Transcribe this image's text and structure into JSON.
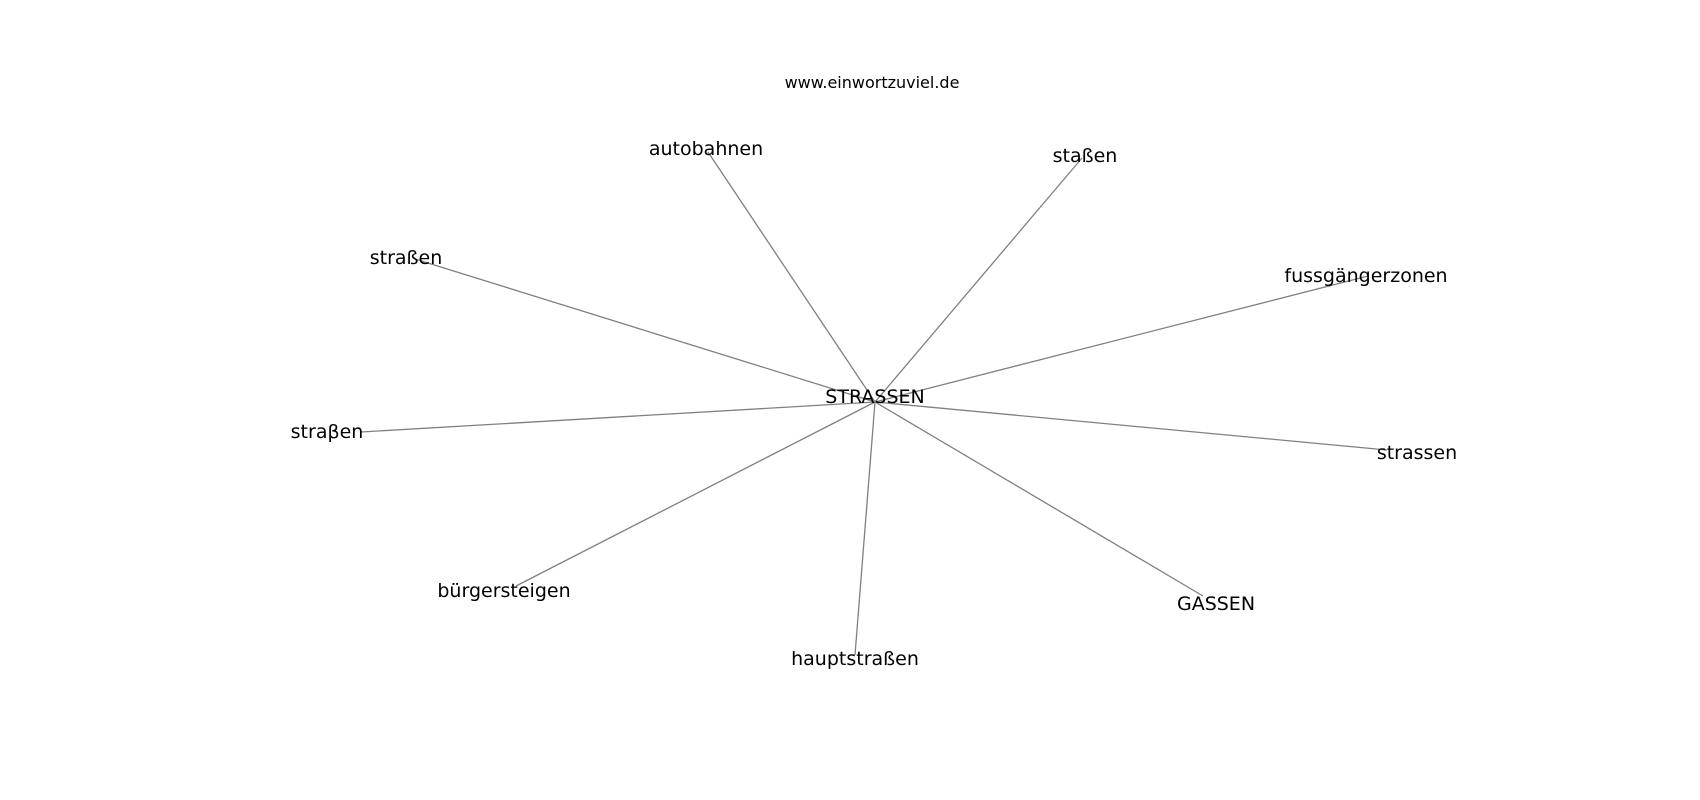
{
  "site_title": "www.einwortzuviel.de",
  "edge_color": "#808080",
  "label_color": "#000000",
  "graph": {
    "center": {
      "id": "center",
      "label": "STRASSEN"
    },
    "neighbors": [
      {
        "id": "autobahnen",
        "label": "autobahnen"
      },
      {
        "id": "stassen",
        "label": "staßen"
      },
      {
        "id": "strassen-upper-left",
        "label": "straßen"
      },
      {
        "id": "fussgaengerzonen",
        "label": "fussgängerzonen"
      },
      {
        "id": "strassen-left",
        "label": "straβen"
      },
      {
        "id": "strassen-right",
        "label": "strassen"
      },
      {
        "id": "buergersteigen",
        "label": "bürgersteigen"
      },
      {
        "id": "gassen",
        "label": "GASSEN"
      },
      {
        "id": "hauptstrassen",
        "label": "hauptstraßen"
      }
    ]
  }
}
